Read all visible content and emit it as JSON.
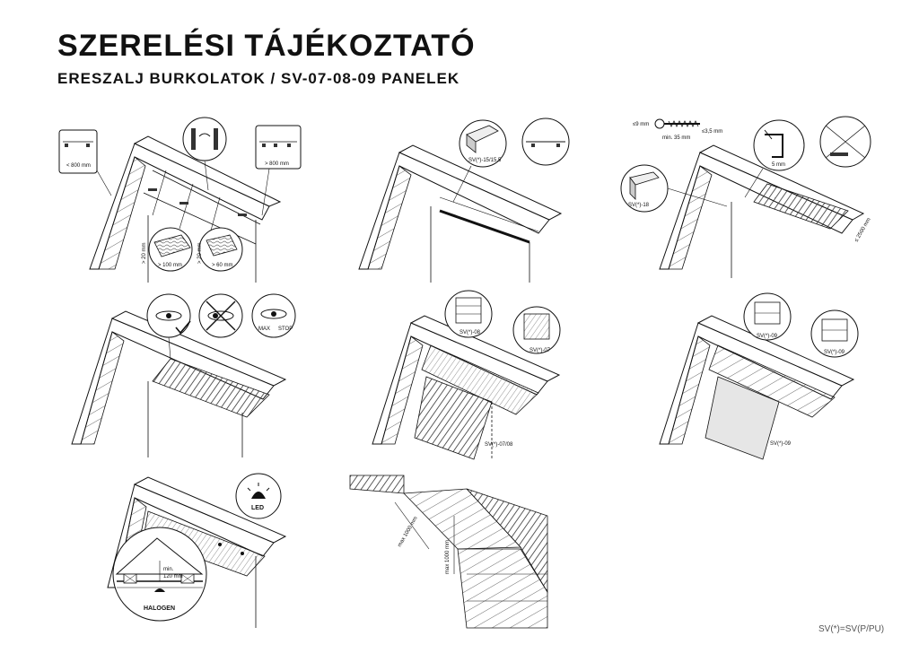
{
  "header": {
    "title": "SZERELÉSI TÁJÉKOZTATÓ",
    "subtitle": "ERESZALJ BURKOLATOK / SV-07-08-09 PANELEK"
  },
  "step1": {
    "spacing_small": "< 800 mm",
    "spacing_large": "> 800 mm",
    "batten_a_height": "> 20 mm",
    "batten_a_width": "> 100 mm",
    "batten_b_height": "> 20 mm",
    "batten_b_width": "> 60 mm"
  },
  "step2": {
    "profile": "SV(*)-15/15,5"
  },
  "step3": {
    "screw_head": "≤9 mm",
    "screw_length": "min. 35 mm",
    "screw_shank": "≤3,5 mm",
    "gap": "5 mm",
    "profile": "SV(*)-18",
    "max_span": "≤ 2500 mm"
  },
  "step4": {
    "max_label": "MAX",
    "stop_label": "STOP"
  },
  "step5": {
    "panel_a": "SV(*)-08",
    "panel_b": "SV(*)-07",
    "panel_combo": "SV(*)-07/08"
  },
  "step6": {
    "panel_a": "SV(*)-09",
    "panel_b": "SV(*)-09",
    "panel_c": "SV(*)-09"
  },
  "step7": {
    "led_label": "LED",
    "clearance_min": "min.",
    "clearance_value": "120 mm",
    "halogen_label": "HALOGEN"
  },
  "step8": {
    "max_a": "max 1000 mm",
    "max_b": "max 1000 mm"
  },
  "footer": {
    "note": "SV(*)=SV(P/PU)"
  }
}
